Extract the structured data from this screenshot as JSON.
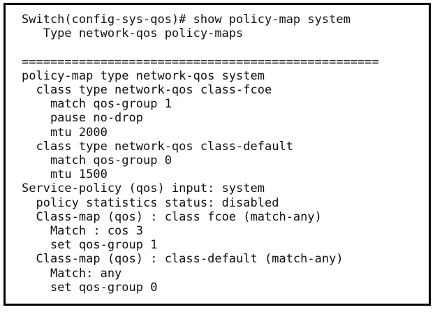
{
  "window": {
    "type": "terminal-console-output",
    "background_color": "#ffffff",
    "text_color": "#101010",
    "border_color": "#000000"
  },
  "terminal": {
    "prompt": "Switch(config-sys-qos)#",
    "command": "show policy-map system",
    "separator_char": "=",
    "separator_length": 50,
    "lines": [
      "Switch(config-sys-qos)# show policy-map system",
      "   Type network-qos policy-maps",
      "",
      "==================================================",
      "policy-map type network-qos system",
      "  class type network-qos class-fcoe",
      "    match qos-group 1",
      "    pause no-drop",
      "    mtu 2000",
      "  class type network-qos class-default",
      "    match qos-group 0",
      "    mtu 1500",
      "Service-policy (qos) input: system",
      "  policy statistics status: disabled",
      "  Class-map (qos) : class fcoe (match-any)",
      "    Match : cos 3",
      "    set qos-group 1",
      "  Class-map (qos) : class-default (match-any)",
      "    Match: any",
      "    set qos-group 0"
    ]
  }
}
